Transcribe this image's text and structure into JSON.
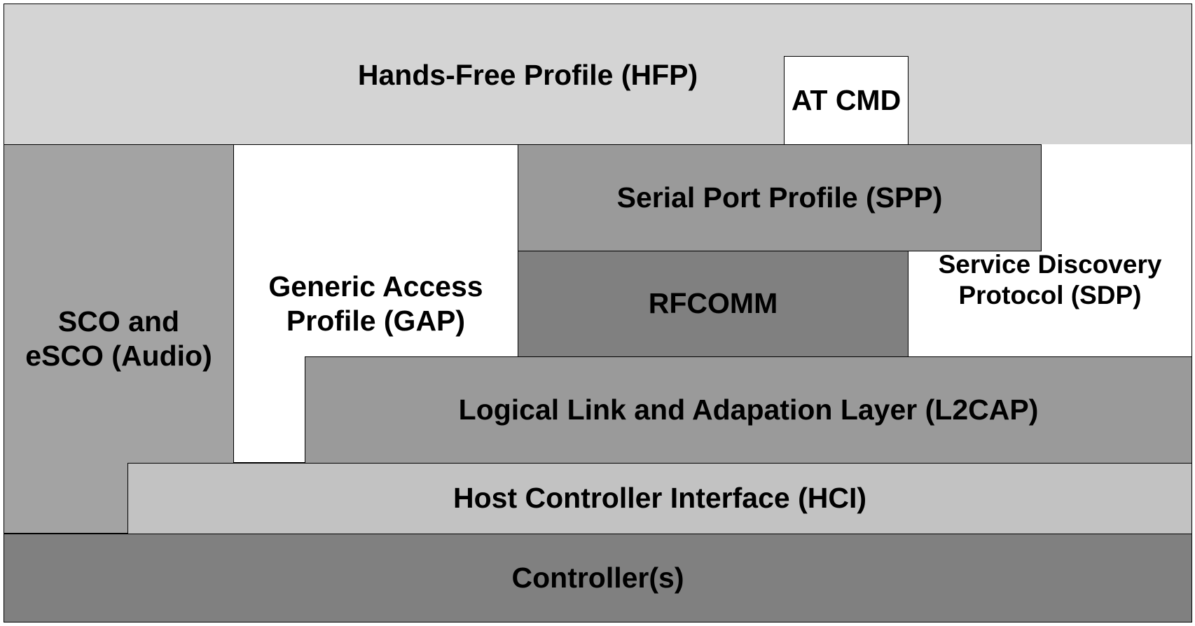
{
  "diagram": {
    "title": "",
    "layers": {
      "hfp": "Hands-Free Profile (HFP)",
      "at_cmd": "AT CMD",
      "sco_line1": "SCO and",
      "sco_line2": "eSCO (Audio)",
      "gap_line1": "Generic Access",
      "gap_line2": "Profile (GAP)",
      "spp": "Serial Port Profile (SPP)",
      "sdp_line1": "Service Discovery",
      "sdp_line2": "Protocol (SDP)",
      "rfcomm": "RFCOMM",
      "l2cap": "Logical Link and Adapation Layer (L2CAP)",
      "hci": "Host Controller Interface (HCI)",
      "controller": "Controller(s)"
    },
    "colors": {
      "hfp": "#d4d4d4",
      "at_cmd": "#ffffff",
      "sco": "#a3a3a3",
      "gap": "#ffffff",
      "spp": "#9a9a9a",
      "sdp": "#ffffff",
      "rfcomm": "#808080",
      "l2cap": "#9a9a9a",
      "hci": "#c2c2c2",
      "controller": "#808080",
      "border": "#000000"
    }
  }
}
